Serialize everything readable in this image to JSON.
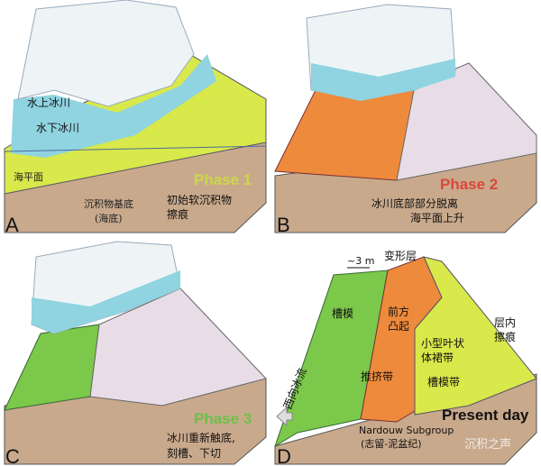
{
  "colors": {
    "ice": "#e8f1f4",
    "water": "#8fd4e0",
    "sediment": "#d9e84a",
    "base": "#c9a98c",
    "orange": "#ee8a3c",
    "striated": "#e8dde6",
    "green": "#7cc84a",
    "phase1": "#c9d84a",
    "phase2": "#d9483a",
    "phase3": "#6cc04a"
  },
  "panel_a": {
    "letter": "A",
    "ice_above": "水上冰川",
    "ice_below": "水下冰川",
    "sea_level": "海平面",
    "substrate": "沉积物基底",
    "substrate_note": "(海底)",
    "phase": "Phase 1",
    "caption_1": "初始软沉积物",
    "caption_2": "擦痕"
  },
  "panel_b": {
    "letter": "B",
    "phase": "Phase 2",
    "caption_1": "冰川底部部分脱离",
    "caption_2": "海平面上升"
  },
  "panel_c": {
    "letter": "C",
    "phase": "Phase 3",
    "caption_1": "冰川重新触底,",
    "caption_2": "刻槽、下切"
  },
  "panel_d": {
    "letter": "D",
    "scale": "~3 m",
    "deformed_layer": "变形层",
    "groove_cast": "槽模",
    "front_1": "前方",
    "front_2": "凸起",
    "push_zone": "推挤带",
    "lobe_1": "小型叶状",
    "lobe_2": "体裙带",
    "groove_zone": "槽模带",
    "intra_1": "层内",
    "intra_2": "擦痕",
    "ice_flow": "西向冰流",
    "title": "Present day",
    "unit": "Nardouw Subgroup",
    "unit_age": "(志留-泥盆纪)",
    "watermark": "沉积之声"
  }
}
